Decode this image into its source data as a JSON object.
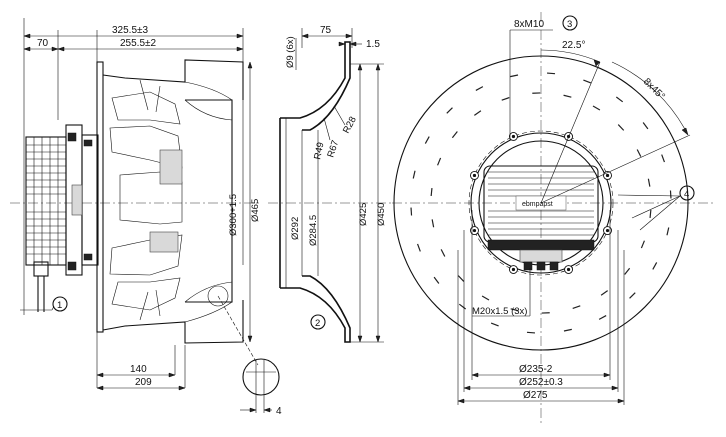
{
  "side_view": {
    "dim_overall": "325.5±3",
    "dim_body": "255.5±2",
    "dim_hub_offset": "70",
    "dim_140": "140",
    "dim_209": "209",
    "dim_4": "4",
    "dia_inlet": "Ø300+1.5",
    "dia_wheel": "Ø465",
    "callout_1": "1"
  },
  "nozzle_view": {
    "dim_75": "75",
    "dim_1_5": "1.5",
    "dim_d9": "Ø9 (6x)",
    "r28": "R28",
    "r67": "R67",
    "r49": "R49",
    "dia_292": "Ø292",
    "dia_284": "Ø284.5",
    "dia_425": "Ø425",
    "dia_450": "Ø450",
    "callout_2": "2"
  },
  "front_view": {
    "thread_label": "8xM10",
    "callout_3": "3",
    "angle_225": "22.5°",
    "angle_8x45": "8x45°",
    "callout_4": "4",
    "gland_label": "M20x1.5 (3x)",
    "dia_235": "Ø235-2",
    "dia_252": "Ø252±0.3",
    "dia_275": "Ø275",
    "logo_text": "ebmpapst"
  }
}
